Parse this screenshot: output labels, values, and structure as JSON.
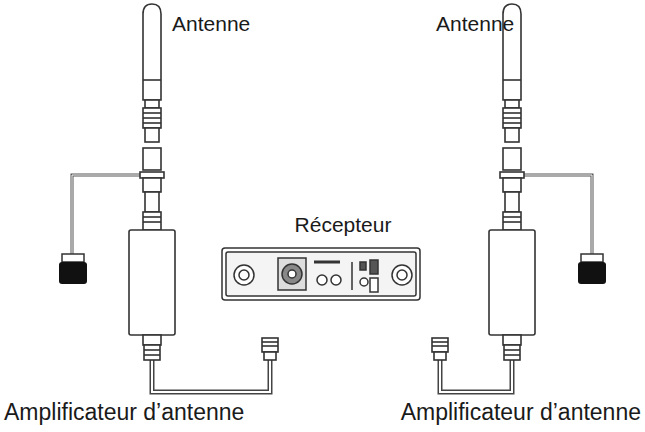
{
  "diagram": {
    "labels": [
      "Antenne",
      "Antenne",
      "Récepteur",
      "Amplificateur d’antenne",
      "Amplificateur d’antenne"
    ]
  }
}
